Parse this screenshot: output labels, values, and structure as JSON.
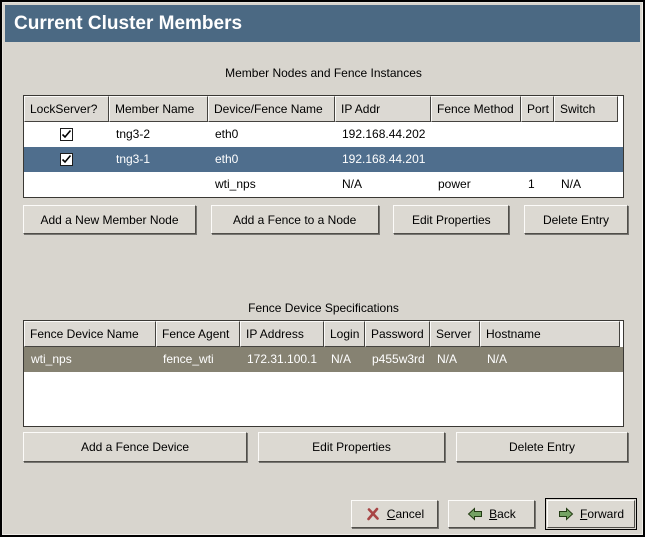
{
  "window": {
    "title": "Current Cluster Members"
  },
  "colors": {
    "titlebar": "#4b6983",
    "selected_row_active": "#4f6e8d",
    "selected_row_inactive": "#868272",
    "background": "#d8d5ce",
    "cancel_icon": "#a84545",
    "arrow_icon": "#74a263"
  },
  "members_section": {
    "caption": "Member Nodes and Fence Instances",
    "columns": [
      "LockServer?",
      "Member Name",
      "Device/Fence Name",
      "IP Addr",
      "Fence Method",
      "Port",
      "Switch"
    ],
    "rows": [
      {
        "lockserver": true,
        "member_name": "tng3-2",
        "device_fence_name": "eth0",
        "ip_addr": "192.168.44.202",
        "fence_method": "",
        "port": "",
        "switch": "",
        "selected": false
      },
      {
        "lockserver": true,
        "member_name": "tng3-1",
        "device_fence_name": "eth0",
        "ip_addr": "192.168.44.201",
        "fence_method": "",
        "port": "",
        "switch": "",
        "selected": true
      },
      {
        "lockserver": null,
        "member_name": "",
        "device_fence_name": "wti_nps",
        "ip_addr": "N/A",
        "fence_method": "power",
        "port": "1",
        "switch": "N/A",
        "selected": false
      }
    ],
    "buttons": [
      "Add a New Member Node",
      "Add a Fence to a Node",
      "Edit Properties",
      "Delete Entry"
    ]
  },
  "fence_section": {
    "caption": "Fence Device Specifications",
    "columns": [
      "Fence Device Name",
      "Fence Agent",
      "IP Address",
      "Login",
      "Password",
      "Server",
      "Hostname"
    ],
    "rows": [
      {
        "fence_device_name": "wti_nps",
        "fence_agent": "fence_wti",
        "ip_address": "172.31.100.1",
        "login": "N/A",
        "password": "p455w3rd",
        "server": "N/A",
        "hostname": "N/A",
        "selected": true
      }
    ],
    "buttons": [
      "Add a Fence Device",
      "Edit Properties",
      "Delete Entry"
    ]
  },
  "footer": {
    "cancel": {
      "mnemonic": "C",
      "rest": "ancel"
    },
    "back": {
      "mnemonic": "B",
      "rest": "ack"
    },
    "forward": {
      "mnemonic": "F",
      "rest": "orward"
    }
  }
}
